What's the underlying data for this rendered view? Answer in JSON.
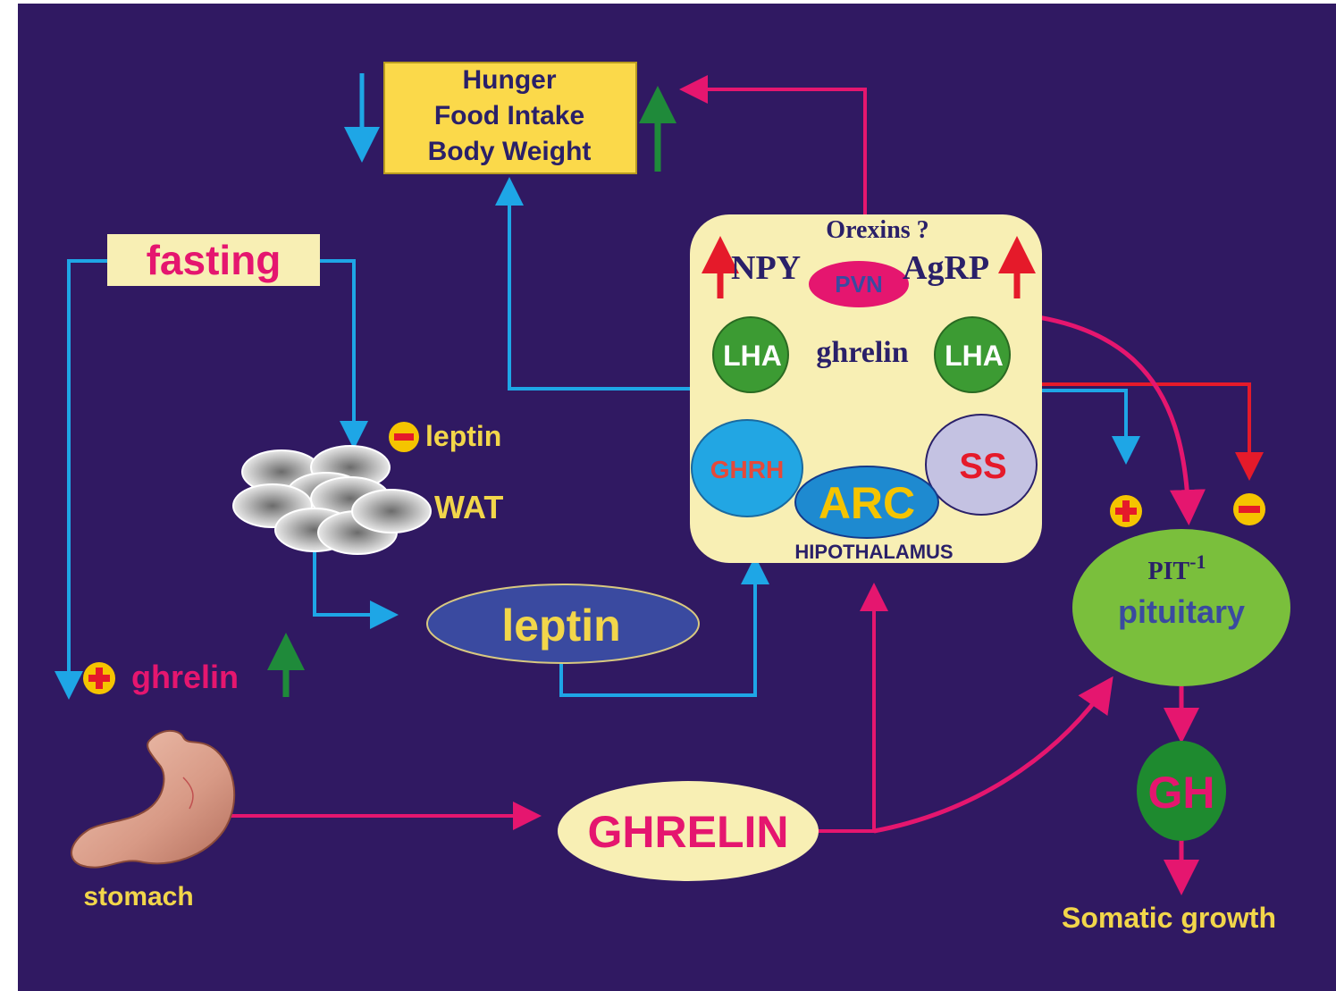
{
  "colors": {
    "background": "#301962",
    "blue_arrow": "#1ea6e6",
    "pink_arrow": "#e5166f",
    "red_arrow": "#e51a2a",
    "green_arrow": "#1f8a3a",
    "cream": "#f8efb4",
    "yellow_text": "#f2d64a",
    "gold": "#f5c400",
    "green_node": "#3c9b33",
    "pituitary_green": "#7abf3c",
    "gh_green": "#1e8a2f",
    "leptin_blue": "#3a4aa0",
    "ss_lavender": "#c4c2e2",
    "ghrh_blue": "#22a6e3",
    "dark_navy": "#2a2069"
  },
  "labels": {
    "hunger_line1": "Hunger",
    "hunger_line2": "Food Intake",
    "hunger_line3": "Body Weight",
    "fasting": "fasting",
    "leptin_minus": "leptin",
    "wat": "WAT",
    "leptin_node": "leptin",
    "ghrelin_plus": "ghrelin",
    "stomach": "stomach",
    "ghrelin_main": "GHRELIN",
    "orexins": "Orexins ?",
    "npy": "NPY",
    "pvn": "PVN",
    "agrp": "AgRP",
    "lha_left": "LHA",
    "lha_right": "LHA",
    "ghrelin_hypo": "ghrelin",
    "ghrh": "GHRH",
    "ss": "SS",
    "arc": "ARC",
    "hypothalamus": "HIPOTHALAMUS",
    "pit_text": "PIT",
    "pit_sup": "-1",
    "pituitary": "pituitary",
    "gh": "GH",
    "somatic_growth": "Somatic growth"
  },
  "signs": {
    "minus": "−",
    "plus": "+"
  },
  "icons": {
    "stomach": "stomach-icon",
    "wat": "fat-cells-icon"
  }
}
